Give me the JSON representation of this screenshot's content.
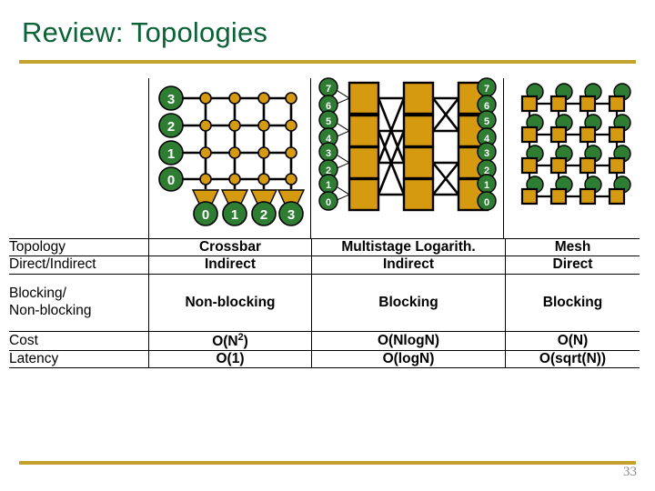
{
  "slide": {
    "title": "Review: Topologies",
    "page_number": "33",
    "accent_gold": "#c2a12c",
    "title_green": "#0b6236",
    "node_green": "#2e7d32",
    "switch_gold": "#d69a10"
  },
  "table": {
    "columns": [
      "",
      "Crossbar",
      "Multistage Logarith.",
      "Mesh"
    ],
    "rows": [
      {
        "label": "Topology",
        "values": [
          "Crossbar",
          "Multistage Logarith.",
          "Mesh"
        ]
      },
      {
        "label": "Direct/Indirect",
        "values": [
          "Indirect",
          "Indirect",
          "Direct"
        ]
      },
      {
        "label_line1": "Blocking/",
        "label_line2": "Non-blocking",
        "label": "Blocking/ Non-blocking",
        "values": [
          "Non-blocking",
          "Blocking",
          "Blocking"
        ]
      },
      {
        "label": "Cost",
        "values": [
          "O(N2)",
          "O(NlogN)",
          "O(N)"
        ],
        "values_display": [
          "O(N²)",
          "O(NlogN)",
          "O(N)"
        ]
      },
      {
        "label": "Latency",
        "values": [
          "O(1)",
          "O(logN)",
          "O(sqrt(N))"
        ]
      }
    ]
  },
  "diagrams": {
    "crossbar": {
      "name": "crossbar-network",
      "row_labels": [
        "3",
        "2",
        "1",
        "0"
      ],
      "column_labels": [
        "0",
        "1",
        "2",
        "3"
      ],
      "crosspoint_count": 16,
      "mux_count": 4
    },
    "multistage": {
      "name": "multistage-logarithmic-network",
      "left_labels": [
        "7",
        "6",
        "5",
        "4",
        "3",
        "2",
        "1",
        "0"
      ],
      "right_labels": [
        "7",
        "6",
        "5",
        "4",
        "3",
        "2",
        "1",
        "0"
      ],
      "stages": 3,
      "switches_per_stage": 4
    },
    "mesh": {
      "name": "mesh-network",
      "grid_rows": 4,
      "grid_cols": 4,
      "router_count": 16,
      "node_count": 16
    }
  }
}
